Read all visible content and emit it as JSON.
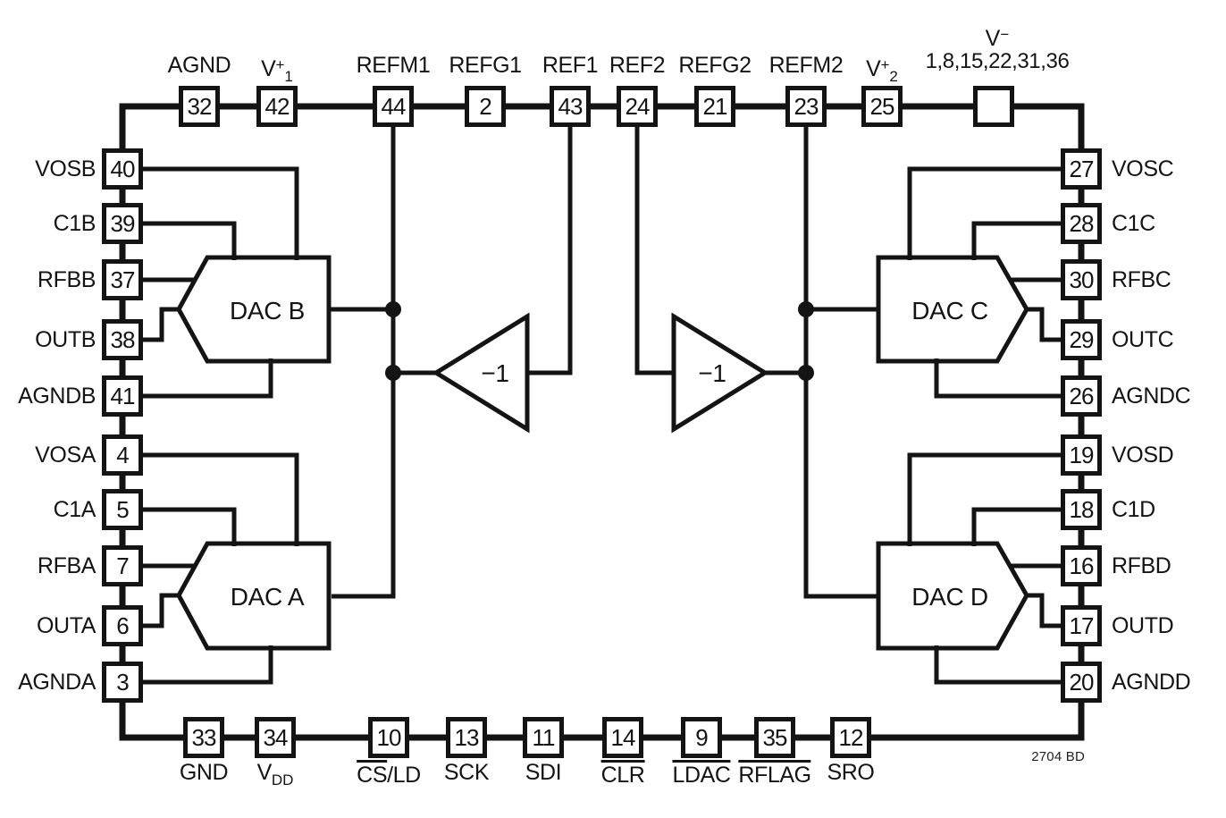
{
  "pins": {
    "top": [
      {
        "num": "32",
        "label": "AGND"
      },
      {
        "num": "42",
        "label_base": "V",
        "label_sup": "+",
        "label_sub": "1"
      },
      {
        "num": "44",
        "label": "REFM1"
      },
      {
        "num": "2",
        "label": "REFG1"
      },
      {
        "num": "43",
        "label": "REF1"
      },
      {
        "num": "24",
        "label": "REF2"
      },
      {
        "num": "21",
        "label": "REFG2"
      },
      {
        "num": "23",
        "label": "REFM2"
      },
      {
        "num": "25",
        "label_base": "V",
        "label_sup": "+",
        "label_sub": "2"
      },
      {
        "num": "",
        "label_base": "V",
        "label_sup": "−",
        "pin_numbers": "1,8,15,22,31,36"
      }
    ],
    "left": [
      {
        "num": "40",
        "label": "VOSB"
      },
      {
        "num": "39",
        "label": "C1B"
      },
      {
        "num": "37",
        "label": "RFBB"
      },
      {
        "num": "38",
        "label": "OUTB"
      },
      {
        "num": "41",
        "label": "AGNDB"
      },
      {
        "num": "4",
        "label": "VOSA"
      },
      {
        "num": "5",
        "label": "C1A"
      },
      {
        "num": "7",
        "label": "RFBA"
      },
      {
        "num": "6",
        "label": "OUTA"
      },
      {
        "num": "3",
        "label": "AGNDA"
      }
    ],
    "right": [
      {
        "num": "27",
        "label": "VOSC"
      },
      {
        "num": "28",
        "label": "C1C"
      },
      {
        "num": "30",
        "label": "RFBC"
      },
      {
        "num": "29",
        "label": "OUTC"
      },
      {
        "num": "26",
        "label": "AGNDC"
      },
      {
        "num": "19",
        "label": "VOSD"
      },
      {
        "num": "18",
        "label": "C1D"
      },
      {
        "num": "16",
        "label": "RFBD"
      },
      {
        "num": "17",
        "label": "OUTD"
      },
      {
        "num": "20",
        "label": "AGNDD"
      }
    ],
    "bottom": [
      {
        "num": "33",
        "label": "GND"
      },
      {
        "num": "34",
        "label_base": "V",
        "label_sub": "DD"
      },
      {
        "num": "10",
        "label_ov": "CS",
        "label_rest": "/LD"
      },
      {
        "num": "13",
        "label": "SCK"
      },
      {
        "num": "11",
        "label": "SDI"
      },
      {
        "num": "14",
        "label_ov": "CLR"
      },
      {
        "num": "9",
        "label_ov": "LDAC"
      },
      {
        "num": "35",
        "label_ov": "RFLAG"
      },
      {
        "num": "12",
        "label": "SRO"
      }
    ]
  },
  "blocks": {
    "dac_b": "DAC B",
    "dac_a": "DAC A",
    "dac_c": "DAC C",
    "dac_d": "DAC D",
    "inverter_left": "−1",
    "inverter_right": "−1"
  },
  "footer": {
    "ref": "2704 BD"
  }
}
